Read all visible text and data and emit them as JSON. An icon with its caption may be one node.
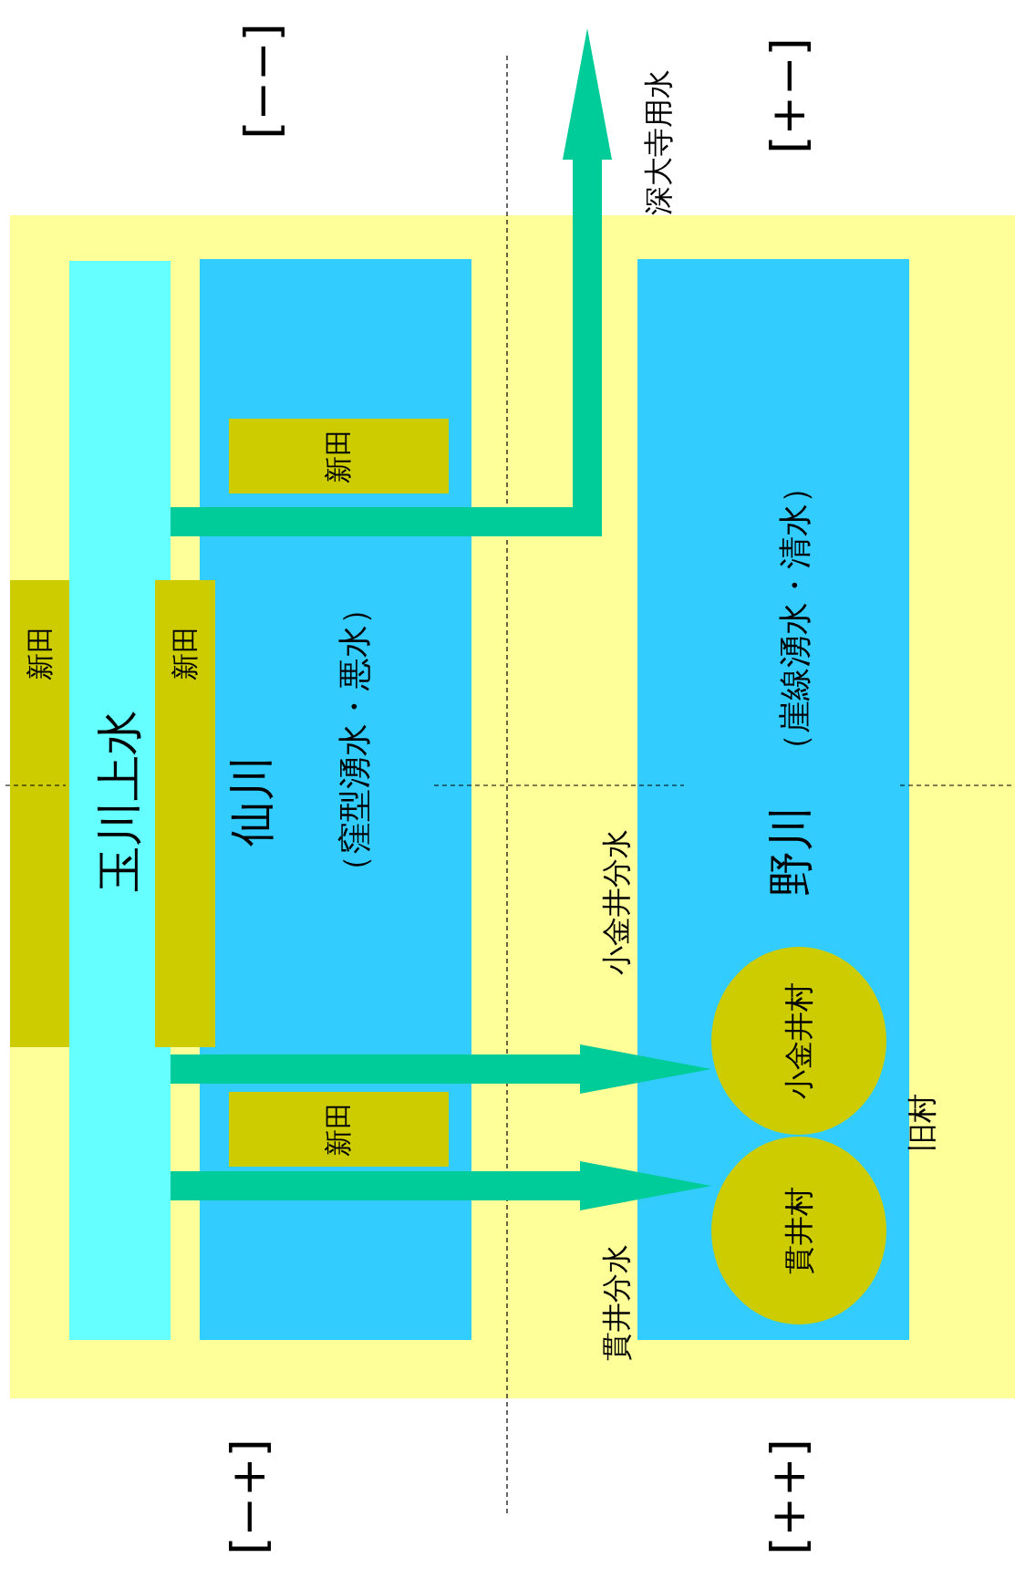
{
  "diagram": {
    "nodes": [
      {
        "text": [
          "玉川上水"
        ]
      },
      {
        "text": [
          "新田"
        ]
      },
      {
        "text": [
          "新田"
        ]
      },
      {
        "text": [
          "仙川",
          "（窪型湧水・悪水）"
        ]
      },
      {
        "text": [
          "新田"
        ],
        "in": 3
      },
      {
        "text": [
          "新田"
        ],
        "in": 3
      },
      {
        "text": [
          "野川",
          "（崖線湧水・清水）"
        ]
      },
      {
        "text": [
          "小金井村"
        ],
        "in": 6
      },
      {
        "text": [
          "貫井村"
        ],
        "in": 6
      },
      {
        "text": [
          "深大寺用水"
        ]
      }
    ],
    "edges": [
      {
        "from": 0,
        "to": 9,
        "arrow": "to"
      },
      {
        "from": 0,
        "to": 7,
        "arrow": "to",
        "label": "小金井分水"
      },
      {
        "from": 0,
        "to": 8,
        "arrow": "to",
        "label": "貫井分水"
      }
    ],
    "labels": [
      "旧村",
      "[−−]",
      "[+−]",
      "[−+]",
      "[++]"
    ]
  }
}
